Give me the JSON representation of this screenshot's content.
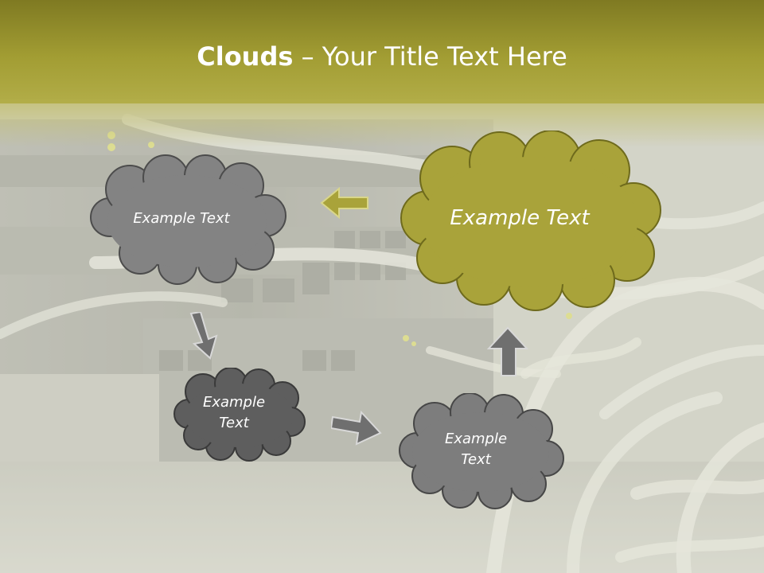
{
  "slide": {
    "title_bold": "Clouds",
    "title_rest": " – Your Title Text Here"
  },
  "clouds": [
    {
      "id": "top-left",
      "text": "Example Text",
      "fill": "#838383"
    },
    {
      "id": "top-right",
      "text": "Example Text",
      "fill": "#a9a33a"
    },
    {
      "id": "middle-left",
      "line1": "Example",
      "line2": "Text",
      "fill": "#5e5e5e"
    },
    {
      "id": "bottom-right",
      "line1": "Example",
      "line2": "Text",
      "fill": "#7d7d7d"
    }
  ],
  "colors": {
    "header": "#8f8a2c",
    "accent": "#a9a33a",
    "arrow_gray": "#6f6f6f",
    "text": "#ffffff"
  },
  "icons": [
    "arrow-left-icon",
    "arrow-down-icon",
    "arrow-right-icon",
    "arrow-up-icon"
  ]
}
